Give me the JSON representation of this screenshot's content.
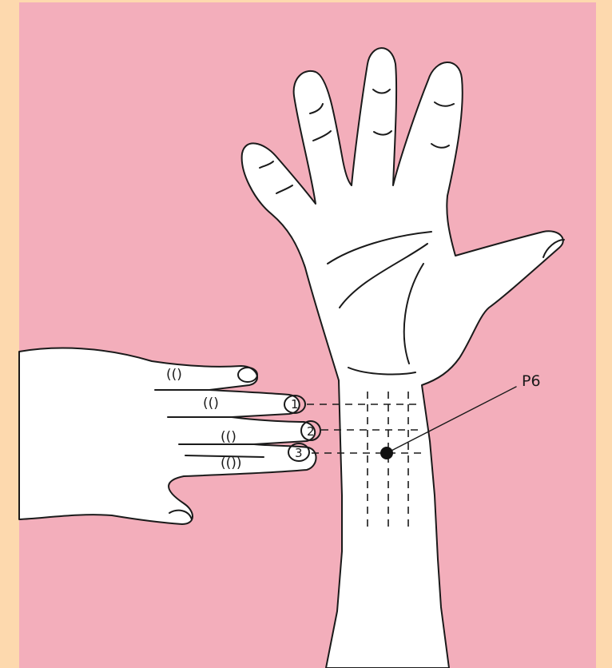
{
  "point_label": "P6",
  "finger_numbers": [
    "1",
    "2",
    "3"
  ],
  "knuckle_marks": [
    "(()",
    "(()",
    "(()",
    "(())"
  ],
  "colors": {
    "border": "#fdd9ae",
    "background": "#f3aebb",
    "skin": "#ffffff",
    "ink": "#1a1a1a"
  }
}
